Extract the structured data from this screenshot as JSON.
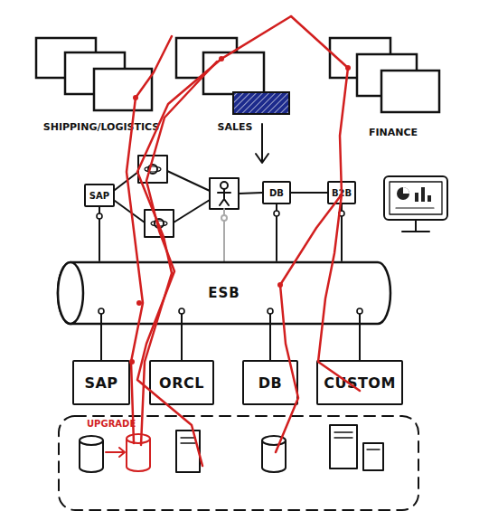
{
  "diagram": {
    "nodes": [
      {
        "text": [
          "SHIPPING/LOGISTICS"
        ]
      },
      {
        "text": [
          "SALES"
        ]
      },
      {
        "text": [
          "FINANCE"
        ]
      },
      {
        "text": [
          "SAP"
        ]
      },
      {
        "text": [
          "DB"
        ]
      },
      {
        "text": [
          "B2B"
        ]
      },
      {
        "text": [
          "ESB"
        ]
      },
      {
        "text": [
          "SAP"
        ]
      },
      {
        "text": [
          "ORCL"
        ]
      },
      {
        "text": [
          "DB"
        ]
      },
      {
        "text": [
          "CUSTOM"
        ]
      }
    ],
    "edges": [
      {
        "from": 4,
        "to": 5,
        "arrow": "none"
      },
      {
        "from": 3,
        "to": 6,
        "arrow": "none"
      },
      {
        "from": 4,
        "to": 6,
        "arrow": "none"
      },
      {
        "from": 5,
        "to": 6,
        "arrow": "none"
      },
      {
        "from": 6,
        "to": 7,
        "arrow": "none"
      },
      {
        "from": 6,
        "to": 8,
        "arrow": "none"
      },
      {
        "from": 6,
        "to": 9,
        "arrow": "none"
      },
      {
        "from": 6,
        "to": 10,
        "arrow": "none"
      }
    ],
    "labels": [
      "UPGRADE"
    ]
  }
}
